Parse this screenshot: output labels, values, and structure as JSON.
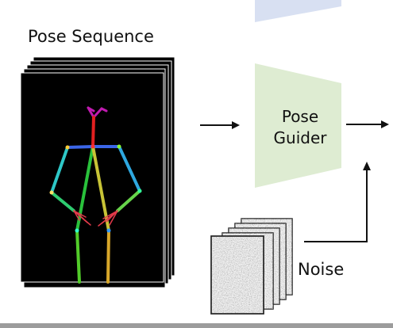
{
  "diagram": {
    "pose_sequence_label": "Pose Sequence",
    "pose_guider_label_line1": "Pose",
    "pose_guider_label_line2": "Guider",
    "noise_label": "Noise"
  },
  "colors": {
    "pose_guider_fill": "#deecd2",
    "top_block_fill": "#d8e0f2",
    "frame_black": "#000000",
    "arrow": "#111111"
  }
}
